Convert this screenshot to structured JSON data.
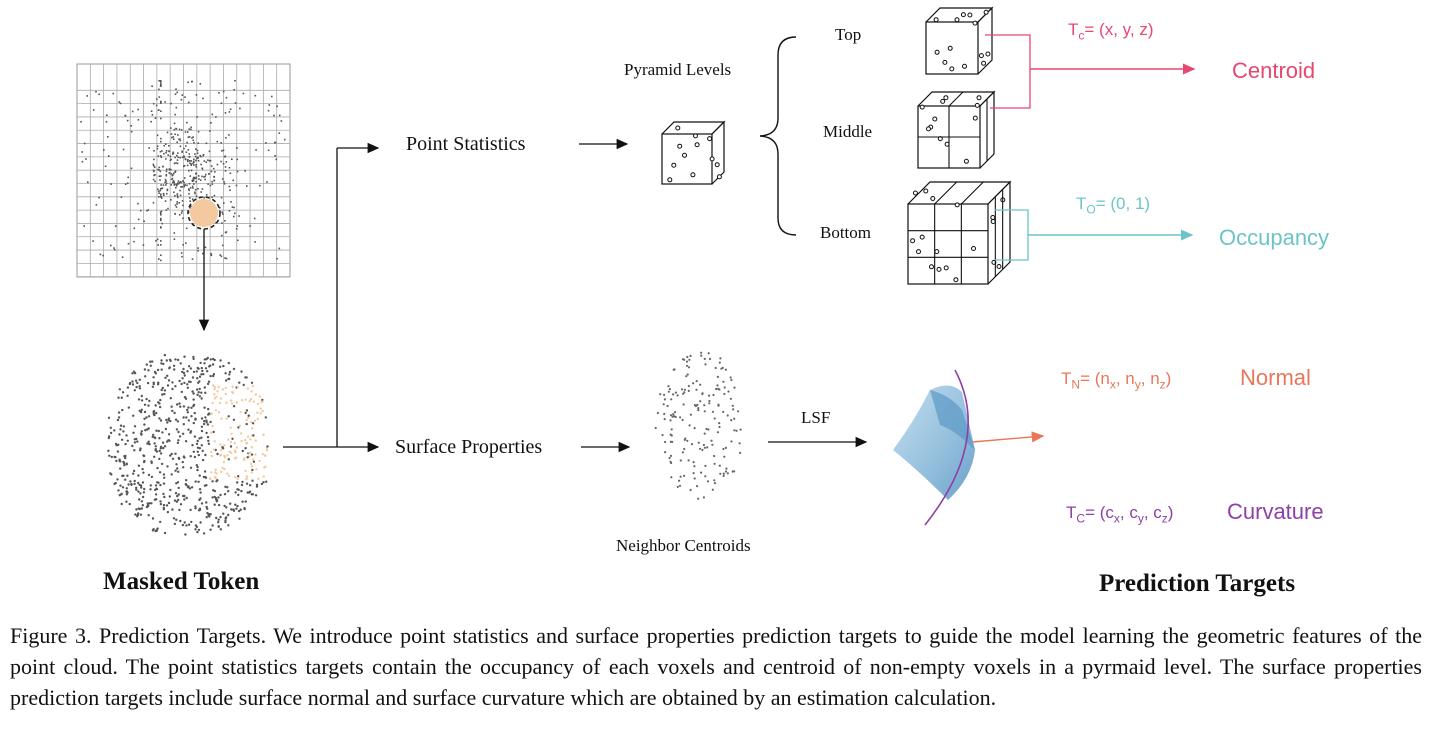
{
  "labels": {
    "pyramid_levels": "Pyramid Levels",
    "top": "Top",
    "middle": "Middle",
    "bottom": "Bottom",
    "point_statistics": "Point Statistics",
    "surface_properties": "Surface Properties",
    "neighbor_centroids": "Neighbor Centroids",
    "lsf": "LSF",
    "masked_token": "Masked Token",
    "prediction_targets": "Prediction Targets"
  },
  "targets": {
    "centroid": {
      "name": "Centroid",
      "formula_T": "T",
      "formula_sub": "c",
      "formula_rest": "= (x, y, z)",
      "color": "#e8476f"
    },
    "occupancy": {
      "name": "Occupancy",
      "formula_T": "T",
      "formula_sub": "O",
      "formula_rest": "= (0, 1)",
      "color": "#6cc4c8"
    },
    "normal": {
      "name": "Normal",
      "formula_T": "T",
      "formula_sub": "N",
      "formula_rest": "= (n",
      "n_x": "x",
      "n_y": "y",
      "n_z": "z",
      "color": "#e8775a"
    },
    "curvature": {
      "name": "Curvature",
      "formula_T": "T",
      "formula_sub": "C",
      "formula_rest": "= (c",
      "c_x": "x",
      "c_y": "y",
      "c_z": "z",
      "color": "#8e3fa8"
    }
  },
  "caption": "Figure 3.  Prediction Targets.  We introduce point statistics and surface properties prediction targets to guide the model learning the geometric features of the point cloud. The point statistics targets contain the occupancy of each voxels and centroid of non-empty voxels in a pyrmaid level. The surface properties prediction targets include surface normal and surface curvature which are obtained by an estimation calculation.",
  "colors": {
    "masked_highlight": "#f5c9a0",
    "surface_fill": "#8fbfdc",
    "points": "#555555"
  }
}
